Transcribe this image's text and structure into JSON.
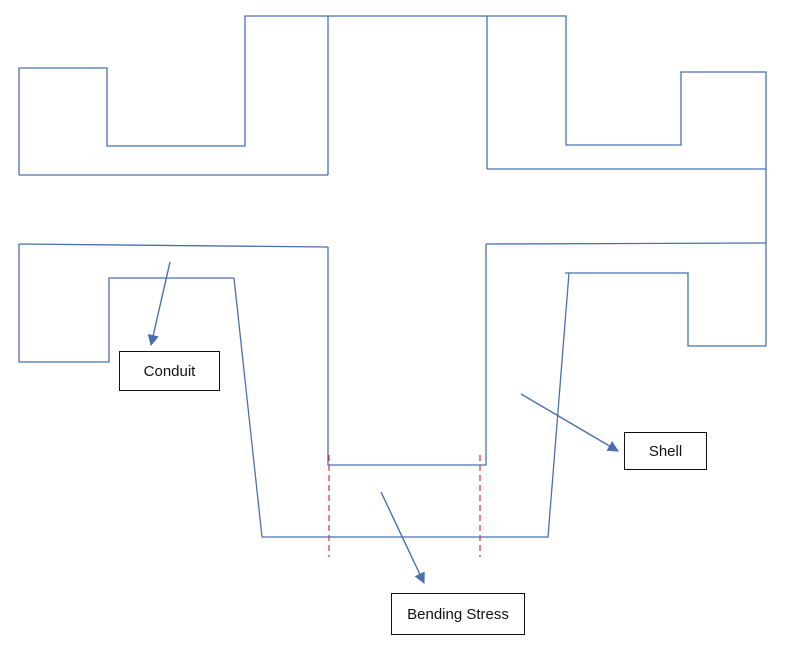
{
  "labels": {
    "conduit": "Conduit",
    "shell": "Shell",
    "bending_stress": "Bending Stress"
  },
  "colors": {
    "outline": "#4a6fb0",
    "dashed_boundary": "#e0303a",
    "label_border": "#111111"
  }
}
